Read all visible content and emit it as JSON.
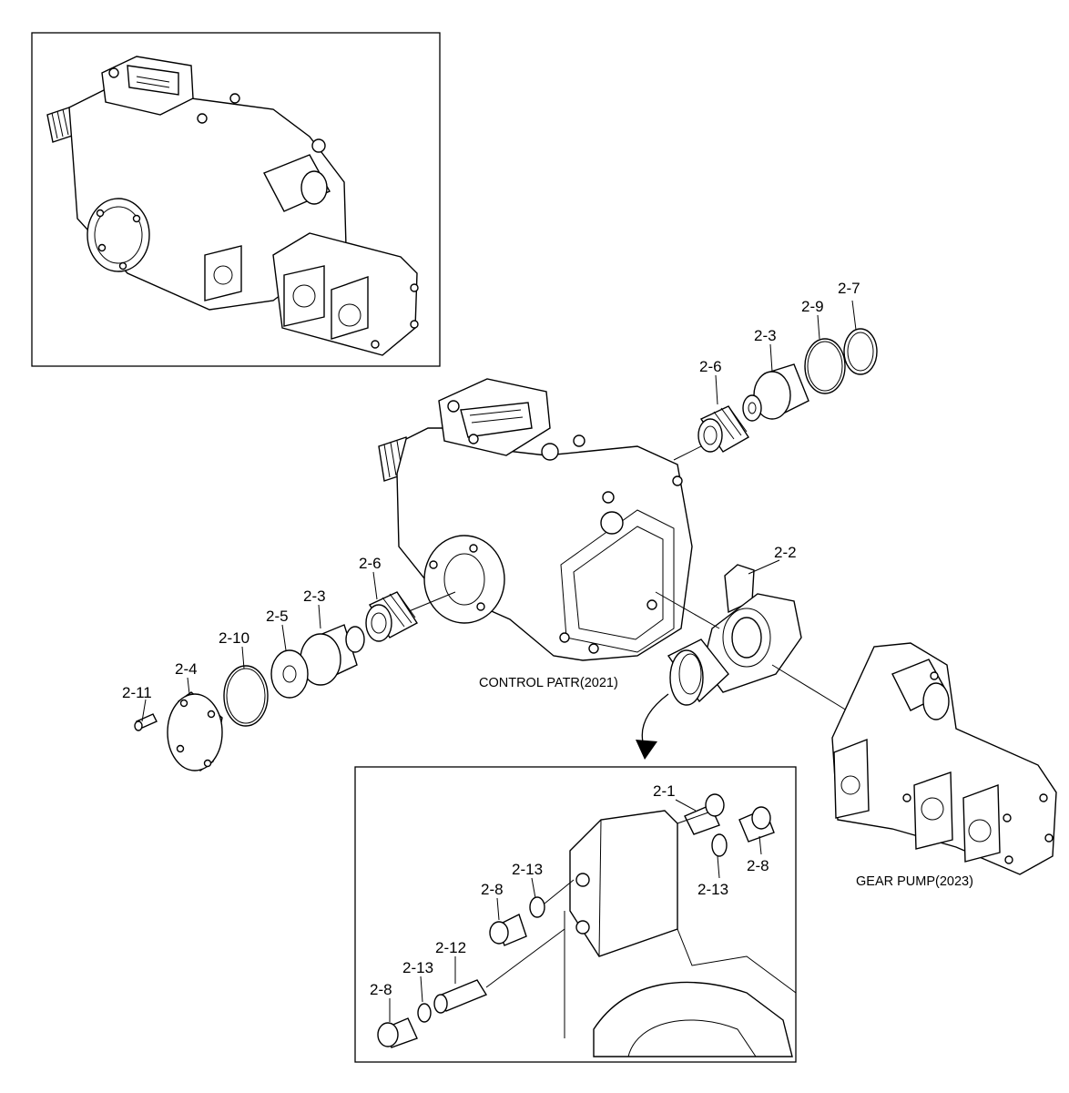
{
  "captions": {
    "control_part": "CONTROL PATR(2021)",
    "gear_pump": "GEAR PUMP(2023)"
  },
  "labels": {
    "l_2_1": "2-1",
    "l_2_2": "2-2",
    "l_2_3_a": "2-3",
    "l_2_3_b": "2-3",
    "l_2_4": "2-4",
    "l_2_5": "2-5",
    "l_2_6_a": "2-6",
    "l_2_6_b": "2-6",
    "l_2_7": "2-7",
    "l_2_8_a": "2-8",
    "l_2_8_b": "2-8",
    "l_2_8_c": "2-8",
    "l_2_9": "2-9",
    "l_2_10": "2-10",
    "l_2_11": "2-11",
    "l_2_12": "2-12",
    "l_2_13_a": "2-13",
    "l_2_13_b": "2-13",
    "l_2_13_c": "2-13"
  }
}
